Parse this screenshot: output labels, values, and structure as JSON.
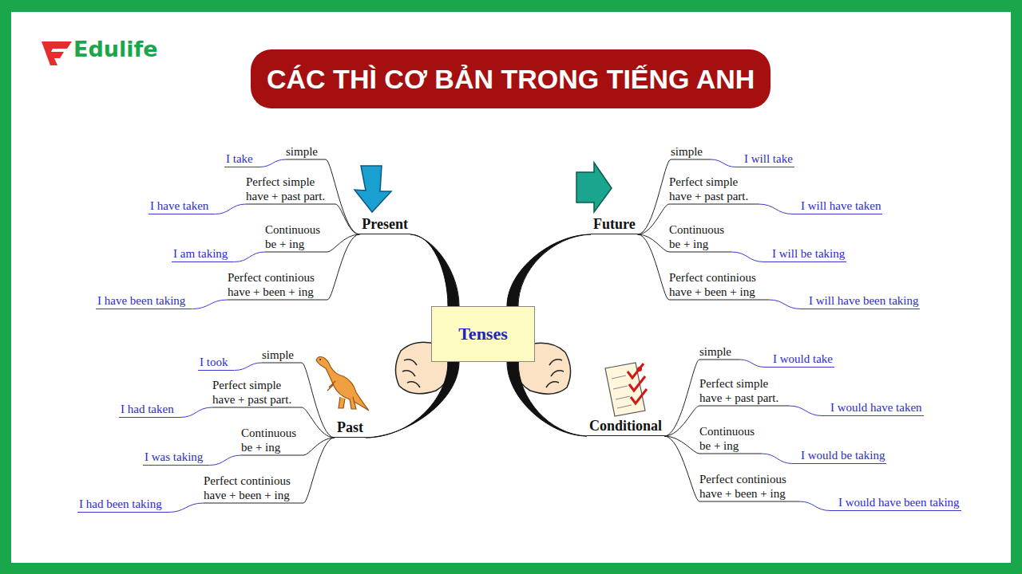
{
  "diagram": {
    "title": "CÁC THÌ CƠ BẢN TRONG TIẾNG ANH",
    "nodes": [
      {
        "text": [
          "Tenses"
        ]
      },
      {
        "text": [
          "Present"
        ]
      },
      {
        "text": [
          "Future"
        ]
      },
      {
        "text": [
          "Past"
        ]
      },
      {
        "text": [
          "Conditional"
        ]
      },
      {
        "text": [
          "simple",
          "I take"
        ]
      },
      {
        "text": [
          "Perfect simple have + past part.",
          "I have taken"
        ]
      },
      {
        "text": [
          "Continuous be + ing",
          "I am taking"
        ]
      },
      {
        "text": [
          "Perfect continious have + been + ing",
          "I have been taking"
        ]
      },
      {
        "text": [
          "simple",
          "I will take"
        ]
      },
      {
        "text": [
          "Perfect simple have + past part.",
          "I will have taken"
        ]
      },
      {
        "text": [
          "Continuous be + ing",
          "I will be taking"
        ]
      },
      {
        "text": [
          "Perfect continious have + been + ing",
          "I will have been taking"
        ]
      },
      {
        "text": [
          "simple",
          "I took"
        ]
      },
      {
        "text": [
          "Perfect simple have + past part.",
          "I had taken"
        ]
      },
      {
        "text": [
          "Continuous be + ing",
          "I was taking"
        ]
      },
      {
        "text": [
          "Perfect continious have + been + ing",
          "I had been taking"
        ]
      },
      {
        "text": [
          "simple",
          "I would take"
        ]
      },
      {
        "text": [
          "Perfect simple have + past part.",
          "I would have taken"
        ]
      },
      {
        "text": [
          "Continuous be + ing",
          "I would be taking"
        ]
      },
      {
        "text": [
          "Perfect continious have + been + ing",
          "I would have been taking"
        ]
      }
    ],
    "edges": [
      {
        "from": 0,
        "to": 1,
        "arrow": "none"
      },
      {
        "from": 0,
        "to": 2,
        "arrow": "none"
      },
      {
        "from": 0,
        "to": 3,
        "arrow": "none"
      },
      {
        "from": 0,
        "to": 4,
        "arrow": "none"
      },
      {
        "from": 1,
        "to": 5,
        "arrow": "none"
      },
      {
        "from": 1,
        "to": 6,
        "arrow": "none"
      },
      {
        "from": 1,
        "to": 7,
        "arrow": "none"
      },
      {
        "from": 1,
        "to": 8,
        "arrow": "none"
      },
      {
        "from": 2,
        "to": 9,
        "arrow": "none"
      },
      {
        "from": 2,
        "to": 10,
        "arrow": "none"
      },
      {
        "from": 2,
        "to": 11,
        "arrow": "none"
      },
      {
        "from": 2,
        "to": 12,
        "arrow": "none"
      },
      {
        "from": 3,
        "to": 13,
        "arrow": "none"
      },
      {
        "from": 3,
        "to": 14,
        "arrow": "none"
      },
      {
        "from": 3,
        "to": 15,
        "arrow": "none"
      },
      {
        "from": 3,
        "to": 16,
        "arrow": "none"
      },
      {
        "from": 4,
        "to": 17,
        "arrow": "none"
      },
      {
        "from": 4,
        "to": 18,
        "arrow": "none"
      },
      {
        "from": 4,
        "to": 19,
        "arrow": "none"
      },
      {
        "from": 4,
        "to": 20,
        "arrow": "none"
      }
    ],
    "labels": [
      "Edulife"
    ]
  }
}
